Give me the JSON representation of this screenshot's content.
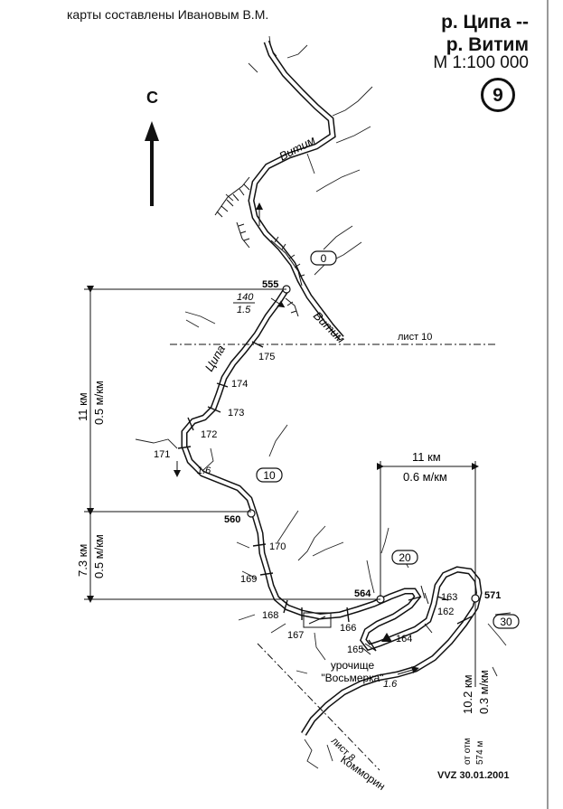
{
  "header": {
    "author": "карты составлены Ивановым В.М.",
    "title_line1": "р. Ципа --",
    "title_line2": "р. Витим",
    "scale": "М 1:100 000",
    "sheet_number": "9"
  },
  "north_label": "С",
  "rivers": {
    "vitim_upper": "Витим",
    "vitim_lower": "Витим",
    "tsipa": "Ципа"
  },
  "sheet_labels": {
    "sheet_10": "лист 10",
    "sheet_8": "лист 8"
  },
  "elevations": {
    "e555": "555",
    "e560": "560",
    "e564": "564",
    "e571": "571"
  },
  "km_markers": [
    "175",
    "174",
    "173",
    "172",
    "171",
    "170",
    "169",
    "168",
    "167",
    "166",
    "165",
    "164",
    "163",
    "162"
  ],
  "km_badges": {
    "b0": "0",
    "b10": "10",
    "b20": "20",
    "b30": "30"
  },
  "annotations": {
    "frac_top": "140",
    "frac_bottom": "1.5",
    "speed_upper": "1.6",
    "speed_lower": "1.6",
    "place_line1": "урочище",
    "place_line2": "\"Восьмерка\"",
    "village": "Комморин"
  },
  "measurements": {
    "left_top_distance": "11 км",
    "left_top_slope": "0.5 м/км",
    "left_bottom_distance": "7.3 км",
    "left_bottom_slope": "0.5 м/км",
    "right_top_distance": "11 км",
    "right_top_slope": "0.6 м/км",
    "right_side_distance": "10.2 км",
    "right_side_slope": "0.3 м/км",
    "ref_line1": "от отм",
    "ref_line2": "574 м"
  },
  "signature": "VVZ 30.01.2001"
}
